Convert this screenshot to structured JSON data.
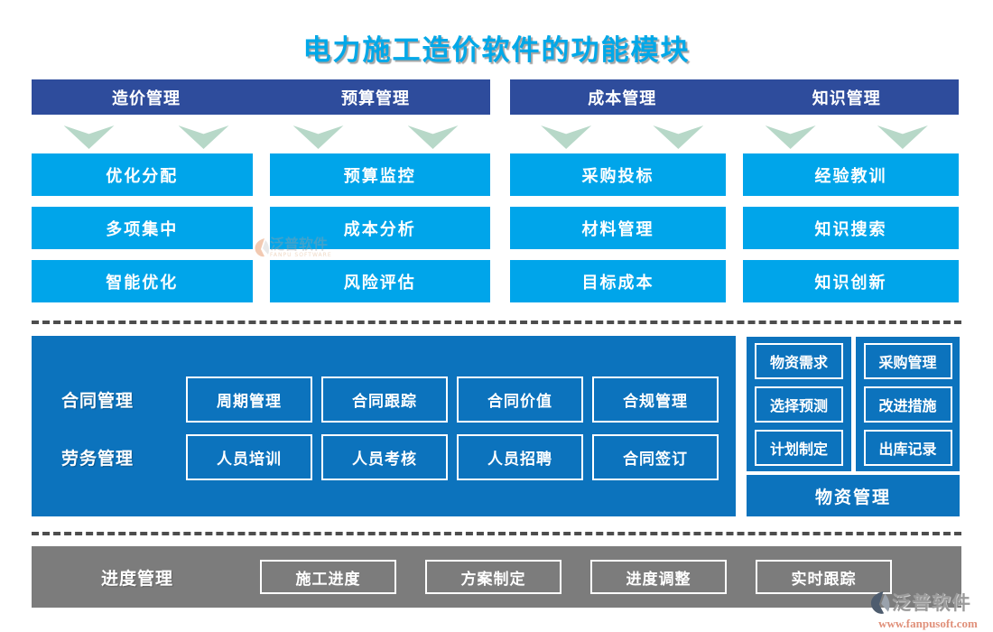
{
  "title": "电力施工造价软件的功能模块",
  "colors": {
    "title_cyan": "#00a8e8",
    "header_blue": "#2e4c9c",
    "module_blue": "#00a5ea",
    "panel_blue": "#0c73bd",
    "bar_gray": "#7c7c7c",
    "arrow_green": "#b7d8c8",
    "logo_url_color": "#e0907a"
  },
  "top_groups": [
    {
      "headers": [
        "造价管理",
        "预算管理"
      ],
      "columns": [
        [
          "优化分配",
          "多项集中",
          "智能优化"
        ],
        [
          "预算监控",
          "成本分析",
          "风险评估"
        ]
      ]
    },
    {
      "headers": [
        "成本管理",
        "知识管理"
      ],
      "columns": [
        [
          "采购投标",
          "材料管理",
          "目标成本"
        ],
        [
          "经验教训",
          "知识搜索",
          "知识创新"
        ]
      ]
    }
  ],
  "middle": {
    "rows": [
      {
        "label": "合同管理",
        "buttons": [
          "周期管理",
          "合同跟踪",
          "合同价值",
          "合规管理"
        ]
      },
      {
        "label": "劳务管理",
        "buttons": [
          "人员培训",
          "人员考核",
          "人员招聘",
          "合同签订"
        ]
      }
    ],
    "right": {
      "columns": [
        [
          "物资需求",
          "选择预测",
          "计划制定"
        ],
        [
          "采购管理",
          "改进措施",
          "出库记录"
        ]
      ],
      "footer": "物资管理"
    }
  },
  "bottom": {
    "label": "进度管理",
    "buttons": [
      "施工进度",
      "方案制定",
      "进度调整",
      "实时跟踪"
    ]
  },
  "watermark": {
    "text": "泛普软件",
    "sub": "FANPU SOFTWARE"
  },
  "logo": {
    "name": "泛普软件",
    "url": "www.fanpusoft.com"
  }
}
